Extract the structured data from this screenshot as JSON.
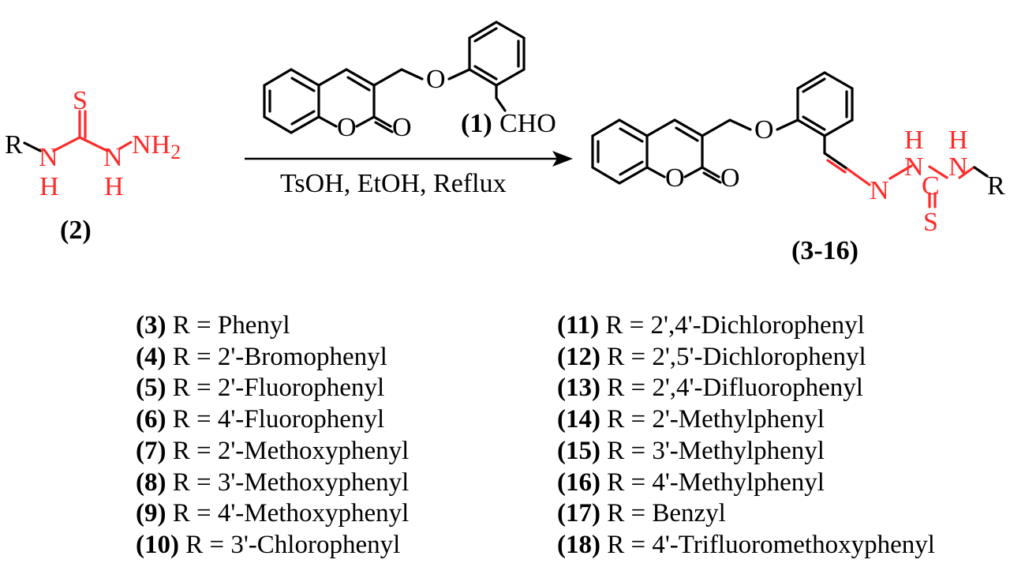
{
  "reactant_2": {
    "label": "(2)",
    "atoms": {
      "R": "R",
      "N1": "N",
      "H1": "H",
      "S": "S",
      "N2": "N",
      "H2": "H",
      "NH2": "NH",
      "sub2": "2"
    }
  },
  "reactant_1": {
    "label": "(1)",
    "atoms": {
      "O_ring": "O",
      "O_carbonyl": "O",
      "O_ether": "O",
      "CHO": "CHO"
    }
  },
  "conditions": "TsOH, EtOH, Reflux",
  "product": {
    "label": "(3-16)",
    "atoms": {
      "O_ring": "O",
      "O_carbonyl": "O",
      "O_ether": "O",
      "N_imine": "N",
      "H_a": "H",
      "N_a": "N",
      "C": "C",
      "H_b": "H",
      "N_b": "N",
      "R": "R",
      "S": "S"
    }
  },
  "compounds_left": [
    {
      "num": "(3)",
      "text": " R = Phenyl"
    },
    {
      "num": "(4)",
      "text": " R = 2'-Bromophenyl"
    },
    {
      "num": "(5)",
      "text": " R = 2'-Fluorophenyl"
    },
    {
      "num": "(6)",
      "text": " R = 4'-Fluorophenyl"
    },
    {
      "num": "(7)",
      "text": " R = 2'-Methoxyphenyl"
    },
    {
      "num": "(8)",
      "text": " R = 3'-Methoxyphenyl"
    },
    {
      "num": "(9)",
      "text": " R = 4'-Methoxyphenyl"
    },
    {
      "num": "(10)",
      "text": " R = 3'-Chlorophenyl"
    }
  ],
  "compounds_right": [
    {
      "num": "(11)",
      "text": " R = 2',4'-Dichlorophenyl"
    },
    {
      "num": "(12)",
      "text": " R = 2',5'-Dichlorophenyl"
    },
    {
      "num": "(13)",
      "text": " R = 2',4'-Difluorophenyl"
    },
    {
      "num": "(14)",
      "text": " R = 2'-Methylphenyl"
    },
    {
      "num": "(15)",
      "text": " R = 3'-Methylphenyl"
    },
    {
      "num": "(16)",
      "text": " R = 4'-Methylphenyl"
    },
    {
      "num": "(17)",
      "text": " R = Benzyl"
    },
    {
      "num": "(18)",
      "text": " R = 4'-Trifluoromethoxyphenyl"
    }
  ]
}
